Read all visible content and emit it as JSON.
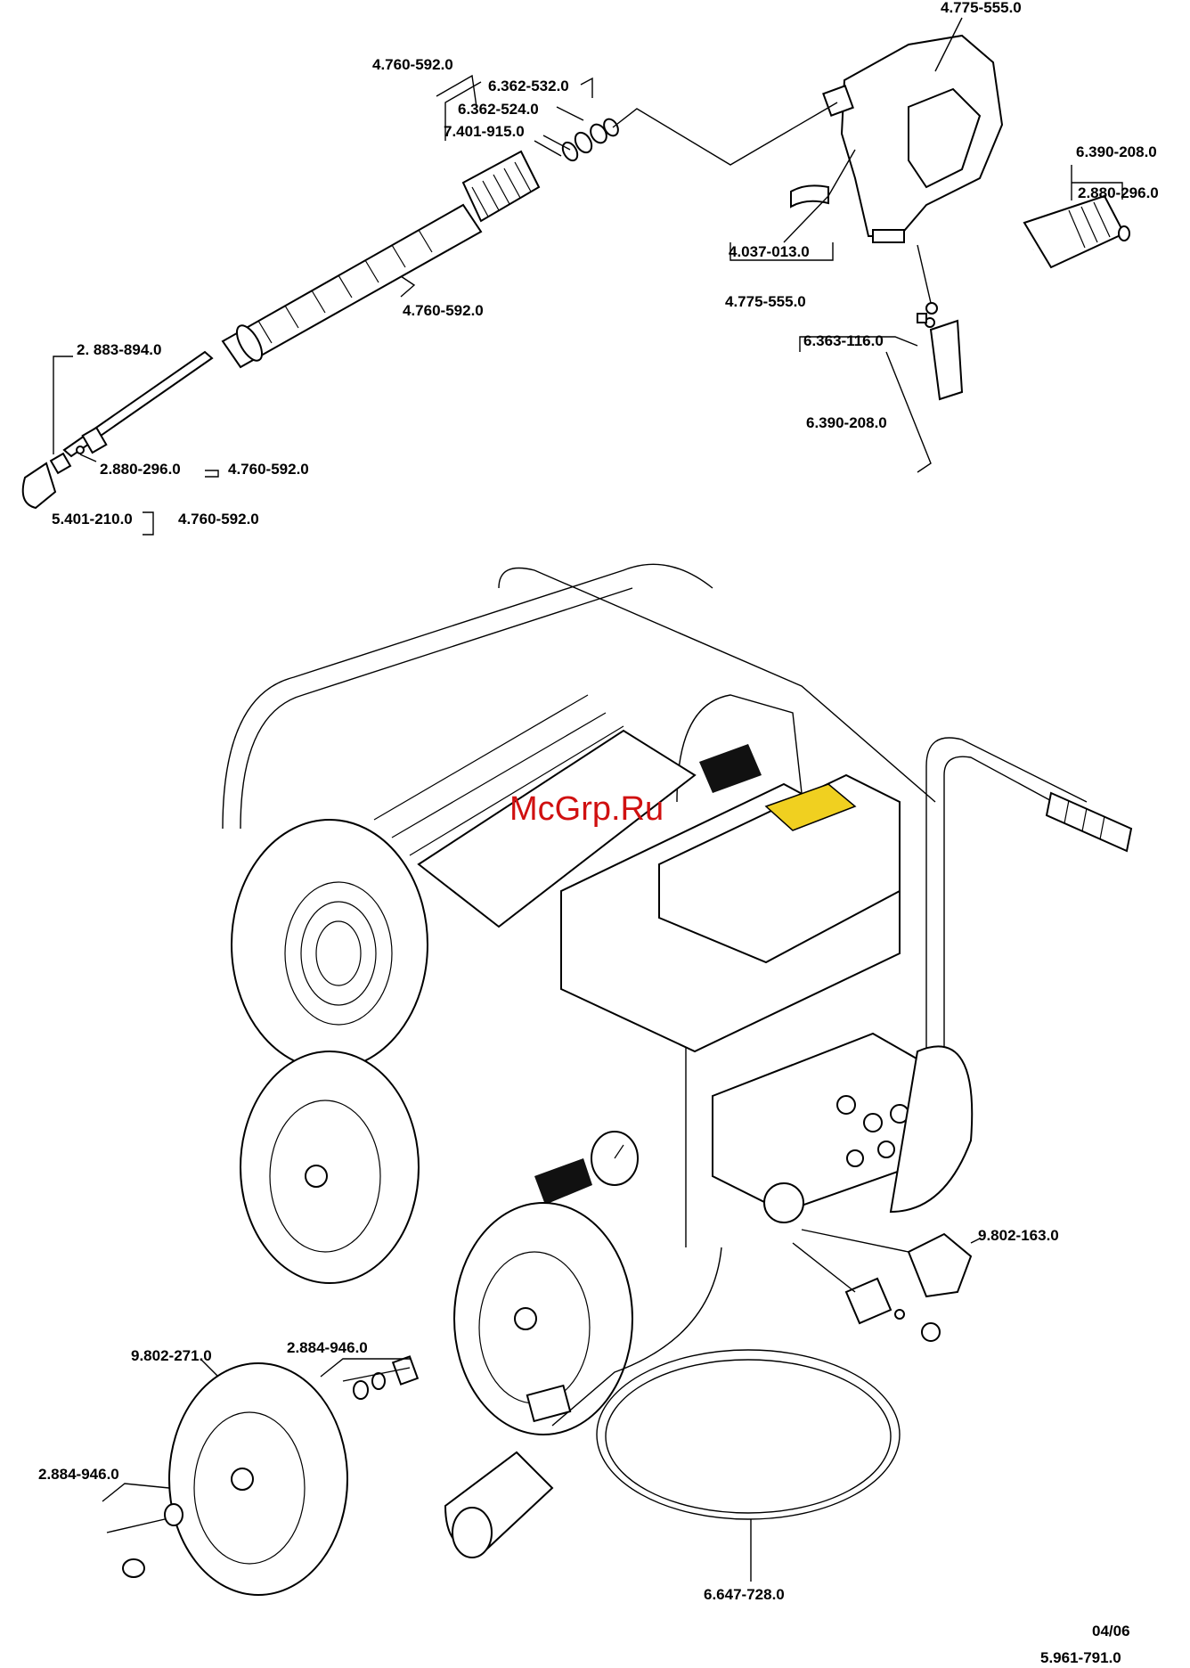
{
  "watermark": "McGrp.Ru",
  "labels": {
    "gun_top": "4.775-555.0",
    "lance_top": "4.760-592.0",
    "p6362532": "6.362-532.0",
    "p6362524": "6.362-524.0",
    "p7401915": "7.401-915.0",
    "lance_mid": "4.760-592.0",
    "p4037013": "4.037-013.0",
    "gun_bottom": "4.775-555.0",
    "hose_top": "6.390-208.0",
    "p2880296_right": "2.880-296.0",
    "p6363116": "6.363-116.0",
    "hose_bottom": "6.390-208.0",
    "p2883894": "2. 883-894.0",
    "p2880296_left": "2.880-296.0",
    "lance_ref1": "4.760-592.0",
    "p5401210": "5.401-210.0",
    "lance_ref2": "4.760-592.0",
    "p9802163": "9.802-163.0",
    "p9802271": "9.802-271.0",
    "p2884946_a": "2.884-946.0",
    "p2884946_b": "2.884-946.0",
    "p6647728": "6.647-728.0",
    "date": "04/06",
    "doc_number": "5.961-791.0"
  }
}
